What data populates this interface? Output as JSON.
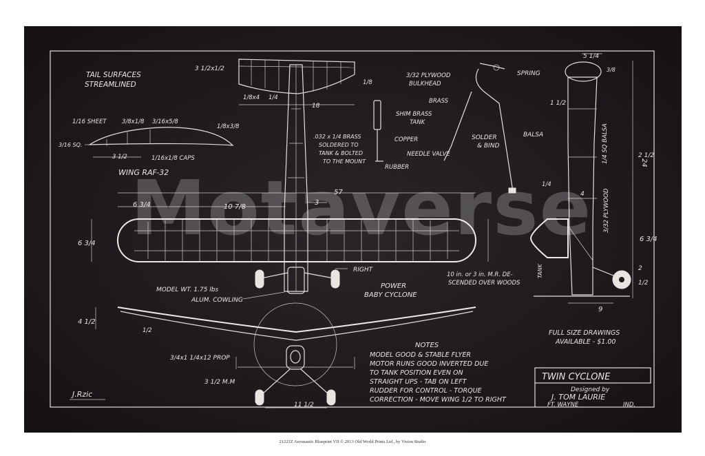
{
  "labels": {
    "tail_surfaces": [
      "TAIL SURFACES",
      "STREAMLINED"
    ],
    "wing_section": [
      "1/16 SHEET",
      "3/8x1/8",
      "3/16x5/8",
      "1/8x3/8",
      "3/16 SQ.",
      "3 1/2",
      "1/16x1/8 CAPS"
    ],
    "wing_name": "WING RAF-32",
    "stab_dims": [
      "3 1/2x1/2",
      "1/8x4",
      "1/4",
      "18",
      "1/8"
    ],
    "tank": [
      "3/32 PLYWOOD",
      "BULKHEAD",
      "BRASS",
      "SHIM BRASS",
      "TANK",
      ".032 x 1/4 BRASS",
      "SOLDERED TO",
      "TANK & BOLTED",
      "TO THE MOUNT",
      "COPPER",
      "NEEDLE VALVE",
      "RUBBER"
    ],
    "gear": [
      "SPRING",
      "SOLDER",
      "& BIND",
      "BALSA"
    ],
    "wing_dims": [
      "6 3/4",
      "10 7/8",
      "3",
      "57",
      "6 3/4"
    ],
    "right": "RIGHT",
    "model_wt": "MODEL WT. 1.75 lbs",
    "cowling": "ALUM. COWLING",
    "power": [
      "POWER",
      "BABY CYCLONE"
    ],
    "rubber_note": [
      "10 in. or 3 in. M.R. DE-",
      "SCENDED OVER WOODS"
    ],
    "side_dims": [
      "5 1/4",
      "3/8",
      "1 1/2",
      "2 1/2",
      "1/4",
      "4",
      "1/4 SQ BALSA",
      "24",
      "3/32 PLYWOOD",
      "6 3/4",
      "2",
      "1/2",
      "TANK",
      "9"
    ],
    "front_dims": [
      "4 1/2",
      "1/2",
      "3/4x1 1/4x12 PROP",
      "3 1/2 M.M",
      "11 1/2"
    ],
    "full_size": [
      "FULL SIZE DRAWINGS",
      "AVAILABLE - $1.00"
    ],
    "notes_title": "NOTES",
    "notes": [
      "MODEL GOOD & STABLE FLYER",
      "MOTOR RUNS GOOD INVERTED DUE",
      "TO TANK POSITION EVEN ON",
      "STRAIGHT UPS - TAB ON LEFT",
      "RUDDER FOR CONTROL - TORQUE",
      "CORRECTION - MOVE WING 1/2 TO RIGHT"
    ],
    "signature": "J.Rzic"
  },
  "title_block": {
    "name": "TWIN CYCLONE",
    "designed_by": "Designed by",
    "designer": "J. TOM LAURIE",
    "location": "FT. WAYNE",
    "state": "IND."
  },
  "watermark": "Motaverse",
  "caption": "21221Z Aeronautic Blueprint VII © 2013 Old World Prints Ltd., by Vision Studio"
}
